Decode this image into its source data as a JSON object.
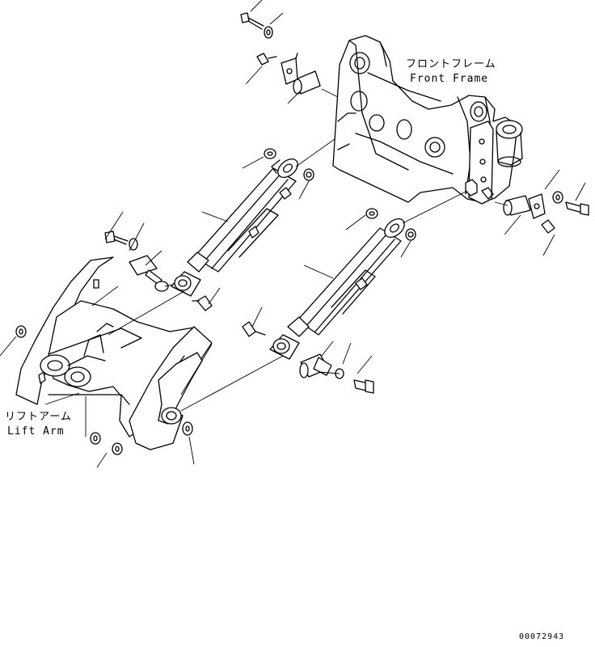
{
  "labels": {
    "front_frame_jp": "フロントフレーム",
    "front_frame_en": "Front Frame",
    "lift_arm_jp": "リフトアーム",
    "lift_arm_en": "Lift Arm"
  },
  "document_number": "00072943",
  "colors": {
    "line": "#000000",
    "background": "#ffffff"
  }
}
